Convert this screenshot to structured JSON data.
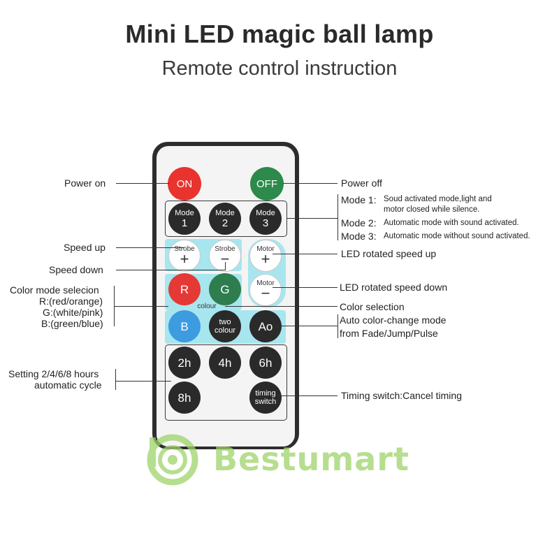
{
  "header": {
    "title": "Mini LED magic ball lamp",
    "subtitle": "Remote control instruction"
  },
  "remote": {
    "buttons": {
      "on": "ON",
      "off": "OFF",
      "mode1": {
        "top": "Mode",
        "num": "1"
      },
      "mode2": {
        "top": "Mode",
        "num": "2"
      },
      "mode3": {
        "top": "Mode",
        "num": "3"
      },
      "strobe_plus": {
        "label": "Strobe",
        "sign": "+"
      },
      "strobe_minus": {
        "label": "Strobe",
        "sign": "−"
      },
      "motor_plus": {
        "label": "Motor",
        "sign": "+"
      },
      "motor_minus": {
        "label": "Motor",
        "sign": "−"
      },
      "r": "R",
      "g": "G",
      "b": "B",
      "colour_label": "colour",
      "two_colour": {
        "line1": "two",
        "line2": "colour"
      },
      "ao": "Ao",
      "h2": "2h",
      "h4": "4h",
      "h6": "6h",
      "h8": "8h",
      "timing": {
        "line1": "timing",
        "line2": "switch"
      }
    },
    "colors": {
      "on": "#e8332f",
      "off": "#2c8a4a",
      "r": "#e53935",
      "g": "#2e7d4f",
      "b": "#3d9be0",
      "panel": "#a8e6ef"
    }
  },
  "annotations": {
    "power_on": "Power on",
    "power_off": "Power off",
    "mode1_title": "Mode 1:",
    "mode1_desc1": "Soud activated mode,light and",
    "mode1_desc2": "motor closed while silence.",
    "mode2_title": "Mode 2:",
    "mode2_desc": "Automatic mode with sound activated.",
    "mode3_title": "Mode 3:",
    "mode3_desc": "Automatic mode without sound activated.",
    "speed_up": "Speed up",
    "speed_down": "Speed down",
    "led_speed_up": "LED rotated speed up",
    "led_speed_down": "LED rotated speed down",
    "color_mode_title": "Color mode selecion",
    "color_r": "R:(red/orange)",
    "color_g": "G:(white/pink)",
    "color_b": "B:(green/blue)",
    "color_selection": "Color selection",
    "auto_color1": "Auto color-change mode",
    "auto_color2": "from Fade/Jump/Pulse",
    "setting1": "Setting 2/4/6/8 hours",
    "setting2": "automatic cycle",
    "timing_cancel": "Timing switch:Cancel timing"
  },
  "watermark": {
    "text": "Bestumart",
    "icon": "spiral-logo-icon"
  }
}
